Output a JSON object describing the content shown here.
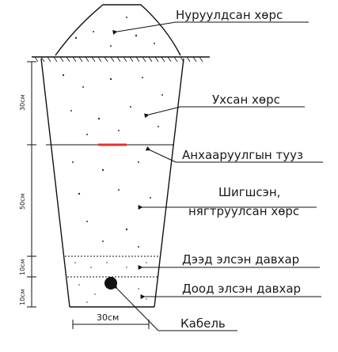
{
  "labels": {
    "heaped_soil": "Нуруулдсан хөрс",
    "dug_soil": "Ухсан хөрс",
    "warning_line": "Анхааруулгын тууз",
    "compacted_soil_1": "Шигшсэн,",
    "compacted_soil_2": "нягтруулсан хөрс",
    "upper_sand": "Дээд элсэн давхар",
    "lower_sand": "Доод элсэн давхар",
    "cable": "Кабель"
  },
  "dimensions": {
    "top_layer": "30см",
    "middle_layer": "50см",
    "upper_sand": "10см",
    "lower_sand": "10см",
    "bottom_width": "30см"
  },
  "colors": {
    "line": "#111111",
    "warning_tape": "#e53030",
    "cable": "#111111"
  }
}
